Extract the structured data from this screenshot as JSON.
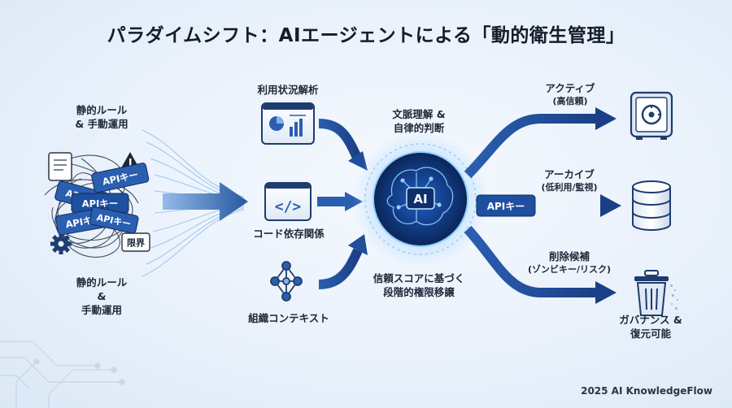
{
  "title": "パラダイムシフト：AIエージェントによる「動的衛生管理」",
  "left": {
    "top_label": [
      "静的ルール",
      "& 手動運用"
    ],
    "bottom_label": [
      "静的ルール",
      "&",
      "手動運用"
    ],
    "api_tags": [
      "APIキー",
      "APIキー",
      "APIキー",
      "APIキー",
      "APIキー"
    ],
    "limit_badge": "限界"
  },
  "inputs": [
    {
      "label": "利用状況解析",
      "icon": "dashboard-chart-icon"
    },
    {
      "label": "コード依存関係",
      "icon": "code-brackets-icon"
    },
    {
      "label": "組織コンテキスト",
      "icon": "network-nodes-icon"
    }
  ],
  "center": {
    "top_label": [
      "文脈理解 &",
      "自律的判断"
    ],
    "core_label": "AI",
    "bottom_label": [
      "信頼スコアに基づく",
      "段階的権限移譲"
    ],
    "api_key_tag": "APIキー"
  },
  "outputs": [
    {
      "title": "アクティブ",
      "sub": "(高信頼)",
      "icon": "safe-vault-icon"
    },
    {
      "title": "アーカイブ",
      "sub": "(低利用/監視)",
      "icon": "database-icon"
    },
    {
      "title": "削除候補",
      "sub": "(ゾンビキー/リスク)",
      "icon": "trash-can-icon"
    }
  ],
  "governance_label": [
    "ガバナンス &",
    "復元可能"
  ],
  "footer": "2025 AI KnowledgeFlow",
  "colors": {
    "primary": "#1f4f9c",
    "accent": "#3a86e8",
    "glow": "#6fb6ff",
    "text": "#1b2535"
  }
}
